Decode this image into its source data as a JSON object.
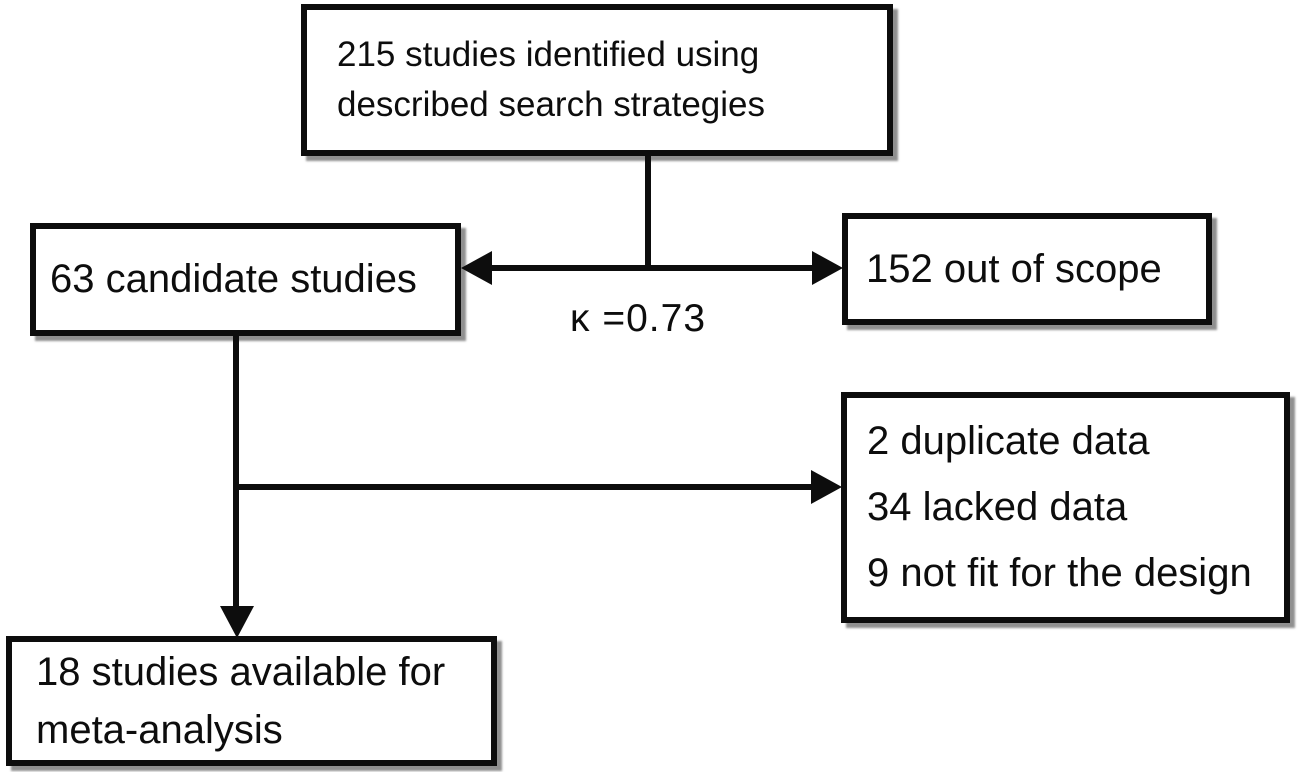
{
  "colors": {
    "ink": "#0d0d0d",
    "background": "#ffffff",
    "shadow": "rgba(70,70,70,0.6)"
  },
  "nodes": {
    "identified": {
      "line1": "215 studies identified using",
      "line2": "described search strategies"
    },
    "candidate": {
      "line1": "63 candidate studies"
    },
    "out_of_scope": {
      "line1": "152 out of scope"
    },
    "excluded": {
      "line1": "2 duplicate data",
      "line2": "34 lacked data",
      "line3": "9 not fit for the design"
    },
    "meta_analysis": {
      "line1": "18 studies available for",
      "line2": "meta-analysis"
    }
  },
  "annotations": {
    "kappa": "κ =0.73"
  }
}
